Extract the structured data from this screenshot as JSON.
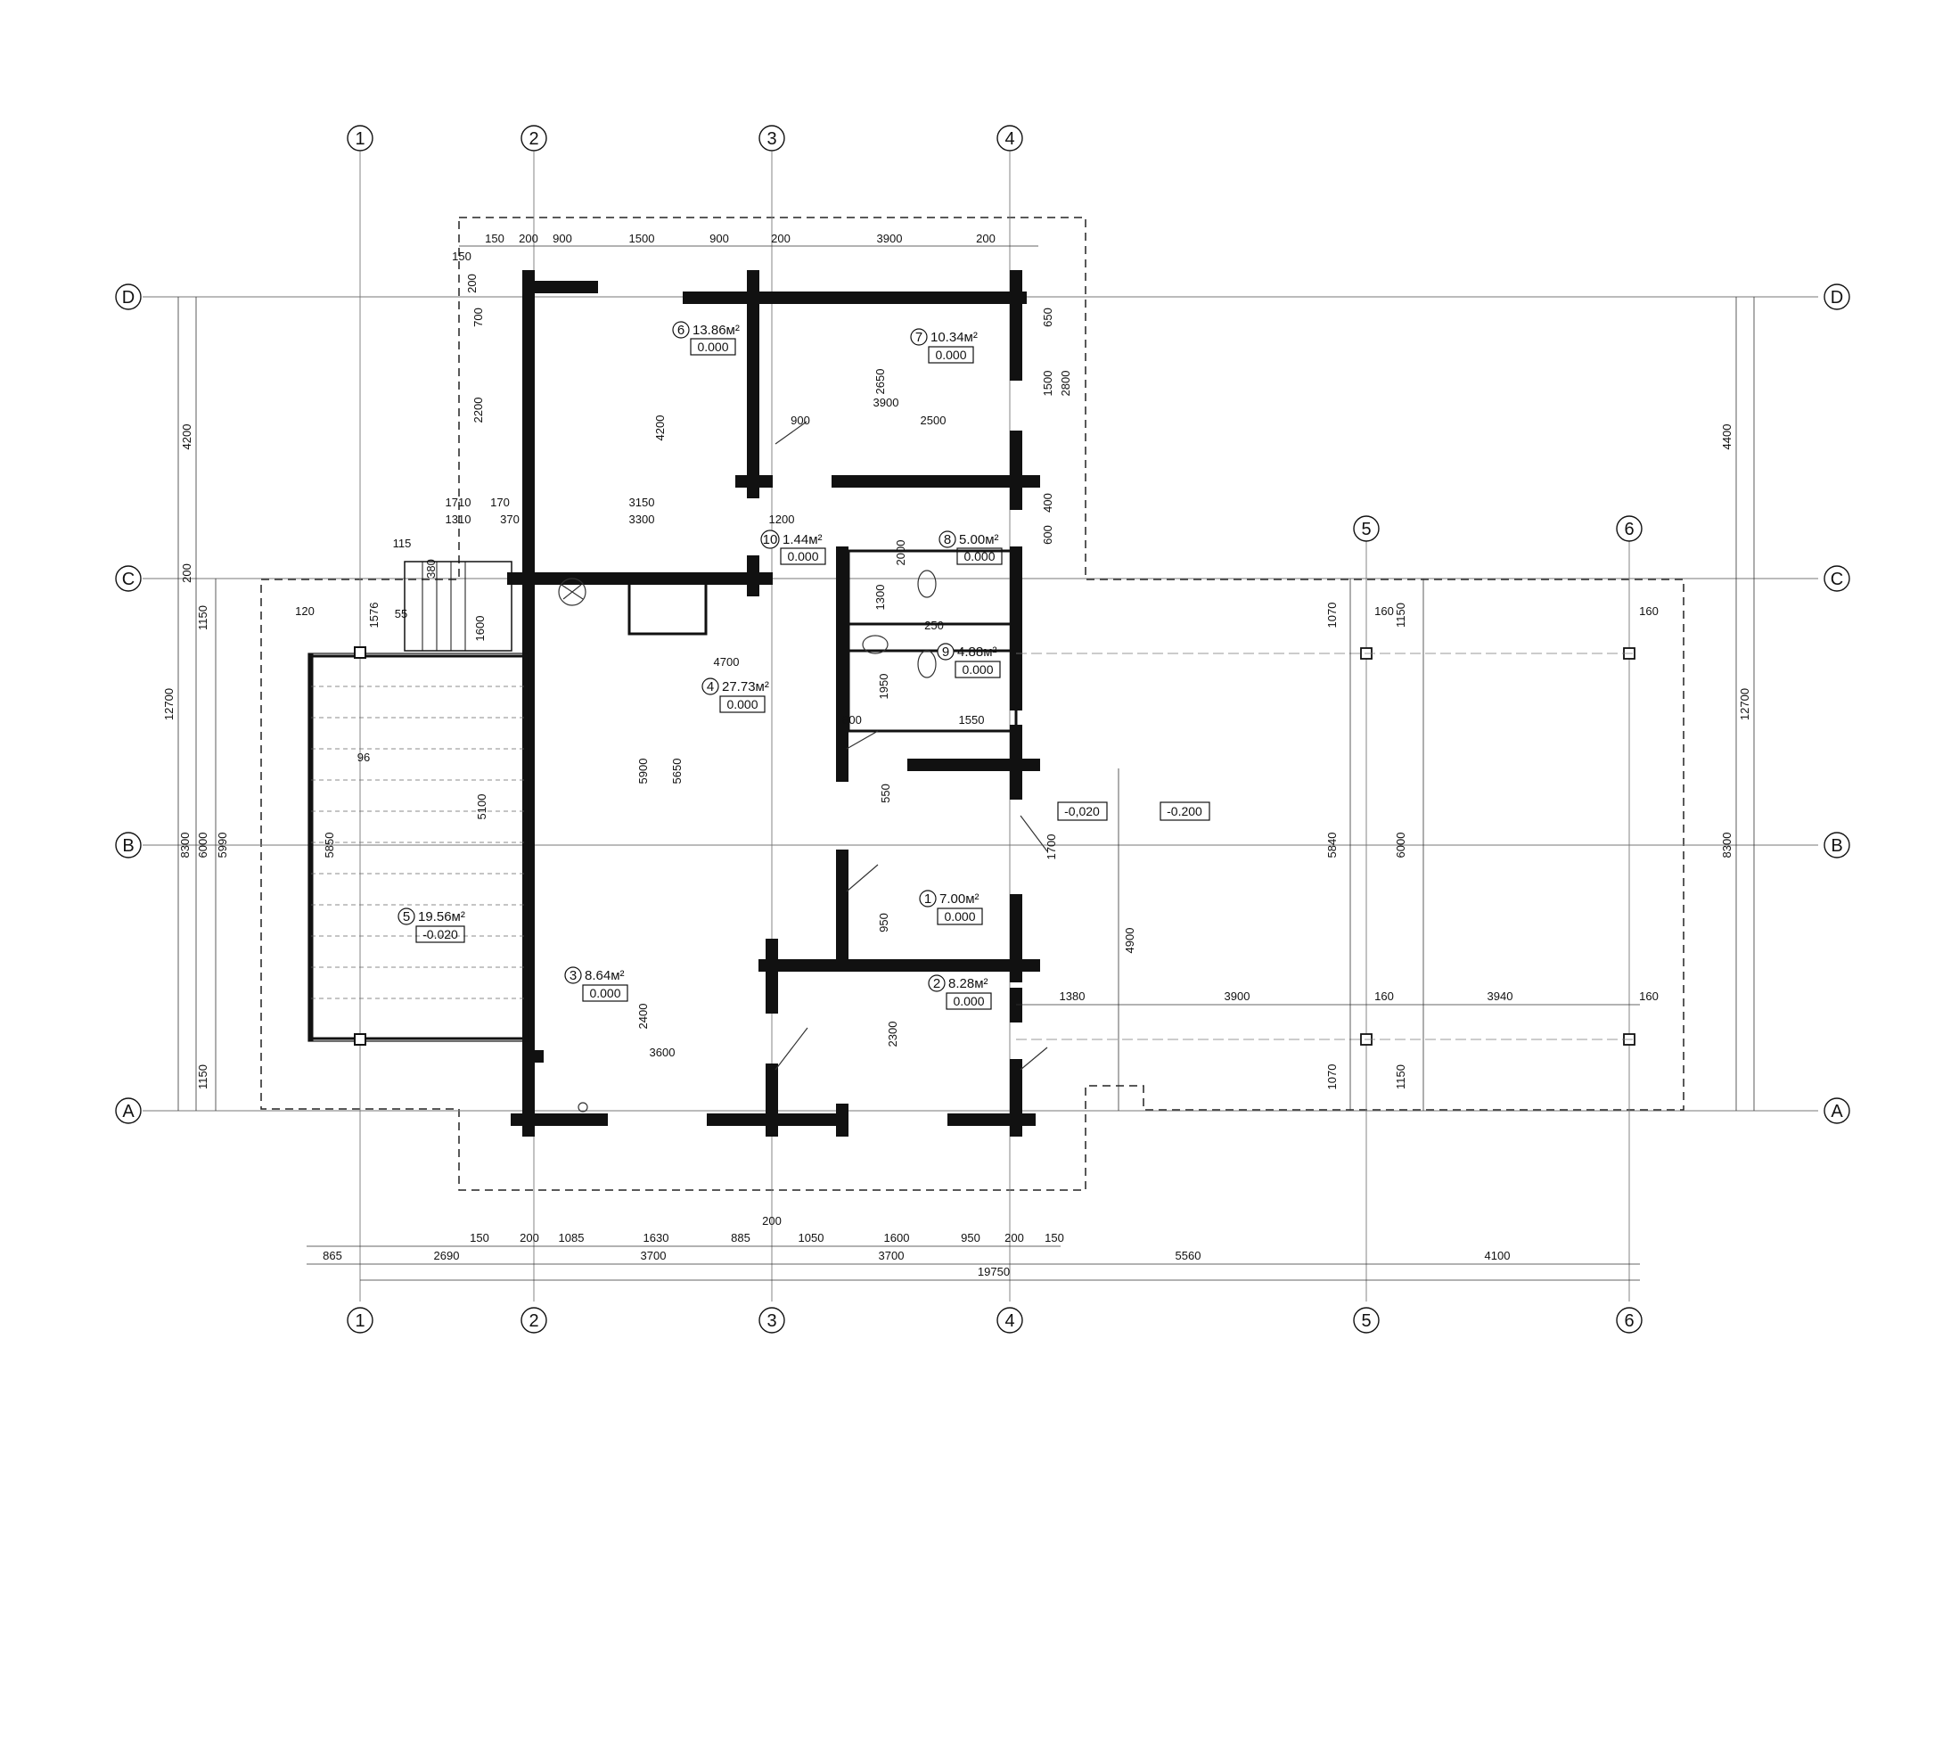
{
  "axes": {
    "vertical": [
      "1",
      "2",
      "3",
      "4",
      "5",
      "6"
    ],
    "horizontal": [
      "D",
      "C",
      "B",
      "A"
    ]
  },
  "rooms": [
    {
      "no": "6",
      "area": "13.86м²",
      "level": "0.000"
    },
    {
      "no": "7",
      "area": "10.34м²",
      "level": "0.000"
    },
    {
      "no": "10",
      "area": "1.44м²",
      "level": "0.000"
    },
    {
      "no": "8",
      "area": "5.00м²",
      "level": "0.000"
    },
    {
      "no": "9",
      "area": "4.88м²",
      "level": "0.000"
    },
    {
      "no": "4",
      "area": "27.73м²",
      "level": "0.000"
    },
    {
      "no": "5",
      "area": "19.56м²",
      "level": "-0.020"
    },
    {
      "no": "1",
      "area": "7.00м²",
      "level": "0.000"
    },
    {
      "no": "3",
      "area": "8.64м²",
      "level": "0.000"
    },
    {
      "no": "2",
      "area": "8.28м²",
      "level": "0.000"
    }
  ],
  "levels": {
    "entry": "-0,020",
    "carport": "-0.200"
  },
  "dimensions": {
    "top_chain": [
      "150",
      "200",
      "900",
      "1500",
      "900",
      "200",
      "3900",
      "200"
    ],
    "bottom_chain_1": [
      "150",
      "200",
      "1085",
      "1630",
      "885",
      "1050",
      "1600",
      "950",
      "200",
      "150"
    ],
    "bottom_chain_1_extra": "200",
    "bottom_chain_2": [
      "865",
      "2690",
      "3700",
      "3700",
      "5560",
      "4100"
    ],
    "bottom_total": "19750",
    "left_outer": [
      "4200",
      "200",
      "12700"
    ],
    "left_axis_b": [
      "1150",
      "8300",
      "6000",
      "5990",
      "1150"
    ],
    "right_outer": [
      "4400",
      "12700",
      "8300"
    ],
    "carport_x": [
      "1380",
      "3900",
      "160",
      "3940",
      "160"
    ],
    "carport_top": [
      "160",
      "160"
    ],
    "carport_y": [
      "1070",
      "1150",
      "5840",
      "6000",
      "1070",
      "1150"
    ],
    "misc": [
      {
        "t": "150"
      },
      {
        "t": "200"
      },
      {
        "t": "700"
      },
      {
        "t": "2200"
      },
      {
        "t": "4200"
      },
      {
        "t": "2650"
      },
      {
        "t": "3900"
      },
      {
        "t": "900"
      },
      {
        "t": "2500"
      },
      {
        "t": "650"
      },
      {
        "t": "1500"
      },
      {
        "t": "2800"
      },
      {
        "t": "1710"
      },
      {
        "t": "170"
      },
      {
        "t": "3150"
      },
      {
        "t": "1310"
      },
      {
        "t": "370"
      },
      {
        "t": "3300"
      },
      {
        "t": "1200"
      },
      {
        "t": "400"
      },
      {
        "t": "600"
      },
      {
        "t": "2000"
      },
      {
        "t": "115"
      },
      {
        "t": "380"
      },
      {
        "t": "120"
      },
      {
        "t": "1576"
      },
      {
        "t": "55"
      },
      {
        "t": "1600"
      },
      {
        "t": "250"
      },
      {
        "t": "4700"
      },
      {
        "t": "1300"
      },
      {
        "t": "1950"
      },
      {
        "t": "800"
      },
      {
        "t": "1550"
      },
      {
        "t": "96"
      },
      {
        "t": "5900"
      },
      {
        "t": "5650"
      },
      {
        "t": "5100"
      },
      {
        "t": "550"
      },
      {
        "t": "1700"
      },
      {
        "t": "5850"
      },
      {
        "t": "950"
      },
      {
        "t": "2400"
      },
      {
        "t": "3600"
      },
      {
        "t": "2300"
      },
      {
        "t": "4900"
      }
    ]
  }
}
